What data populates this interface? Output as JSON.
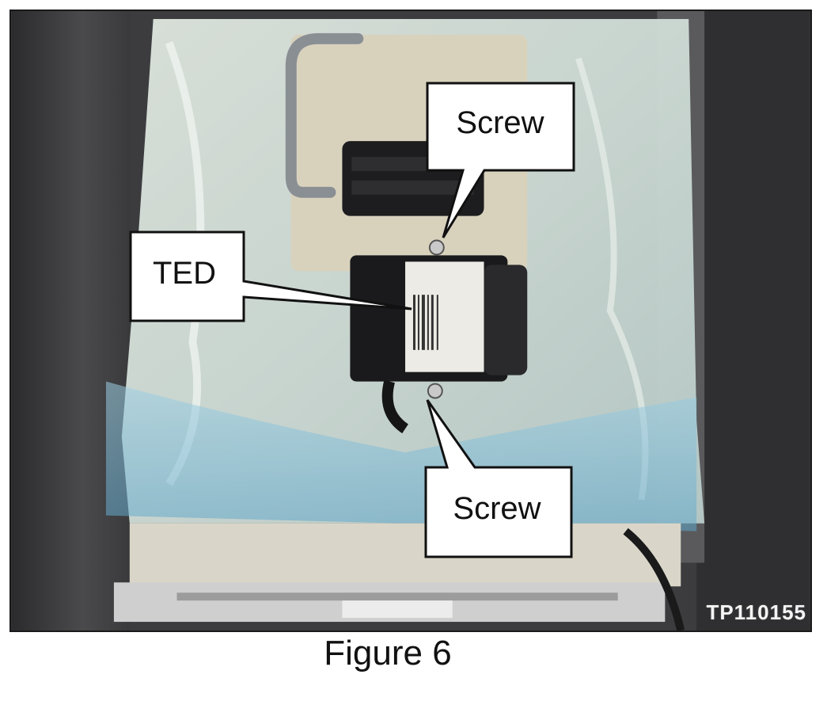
{
  "photo": {
    "callouts": {
      "screw_top": "Screw",
      "ted": "TED",
      "screw_bottom": "Screw"
    },
    "watermark": "TP110155"
  },
  "caption": "Figure 6"
}
